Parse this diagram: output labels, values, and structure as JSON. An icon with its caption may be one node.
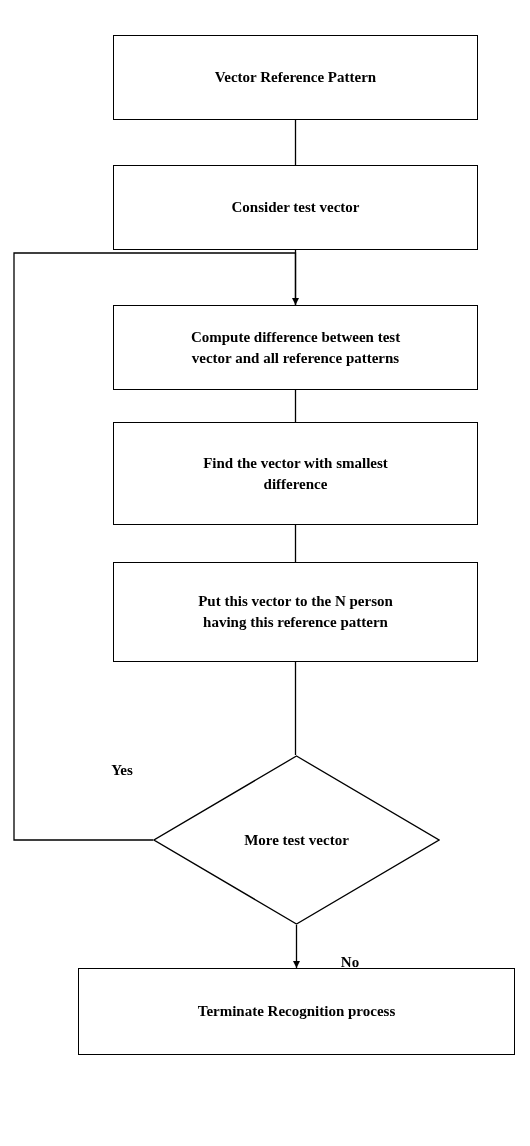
{
  "diagram": {
    "nodes": [
      {
        "text": [
          "Vector Reference Pattern"
        ]
      },
      {
        "text": [
          "Consider test vector"
        ]
      },
      {
        "text": [
          "Compute difference between test vector and all reference patterns"
        ]
      },
      {
        "text": [
          "Find the vector with smallest difference"
        ]
      },
      {
        "text": [
          "Put this vector to the N person having this reference pattern"
        ]
      },
      {
        "text": [
          "More test vector"
        ]
      },
      {
        "text": [
          "Terminate Recognition process"
        ]
      }
    ],
    "edges": [
      {
        "from": 0,
        "to": 1,
        "arrow": "none"
      },
      {
        "from": 1,
        "to": 2,
        "arrow": "none"
      },
      {
        "from": 2,
        "to": 3,
        "arrow": "none"
      },
      {
        "from": 3,
        "to": 4,
        "arrow": "none"
      },
      {
        "from": 4,
        "to": 5,
        "arrow": "none"
      },
      {
        "from": 5,
        "to": 2,
        "arrow": "to",
        "label": "Yes"
      },
      {
        "from": 5,
        "to": 6,
        "arrow": "to",
        "label": "No"
      }
    ]
  }
}
